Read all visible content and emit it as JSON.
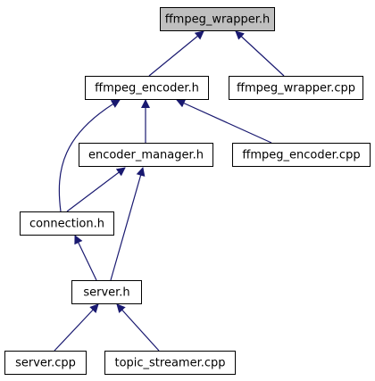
{
  "diagram": {
    "type": "include-dependency-graph",
    "colors": {
      "node_fill": "#ffffff",
      "root_fill": "#bfbfbf",
      "node_border": "#000000",
      "edge": "#191970",
      "text": "#000000"
    },
    "nodes": [
      {
        "id": "ffmpeg_wrapper_h",
        "label": "ffmpeg_wrapper.h",
        "highlight": true
      },
      {
        "id": "ffmpeg_encoder_h",
        "label": "ffmpeg_encoder.h"
      },
      {
        "id": "ffmpeg_wrapper_cpp",
        "label": "ffmpeg_wrapper.cpp"
      },
      {
        "id": "encoder_manager_h",
        "label": "encoder_manager.h"
      },
      {
        "id": "ffmpeg_encoder_cpp",
        "label": "ffmpeg_encoder.cpp"
      },
      {
        "id": "connection_h",
        "label": "connection.h"
      },
      {
        "id": "server_h",
        "label": "server.h"
      },
      {
        "id": "server_cpp",
        "label": "server.cpp"
      },
      {
        "id": "topic_streamer_cpp",
        "label": "topic_streamer.cpp"
      }
    ],
    "edges": [
      {
        "from": "ffmpeg_encoder_h",
        "to": "ffmpeg_wrapper_h"
      },
      {
        "from": "ffmpeg_wrapper_cpp",
        "to": "ffmpeg_wrapper_h"
      },
      {
        "from": "encoder_manager_h",
        "to": "ffmpeg_encoder_h"
      },
      {
        "from": "connection_h",
        "to": "ffmpeg_encoder_h"
      },
      {
        "from": "ffmpeg_encoder_cpp",
        "to": "ffmpeg_encoder_h"
      },
      {
        "from": "connection_h",
        "to": "encoder_manager_h"
      },
      {
        "from": "server_h",
        "to": "encoder_manager_h"
      },
      {
        "from": "server_h",
        "to": "connection_h"
      },
      {
        "from": "server_cpp",
        "to": "server_h"
      },
      {
        "from": "topic_streamer_cpp",
        "to": "server_h"
      }
    ]
  }
}
